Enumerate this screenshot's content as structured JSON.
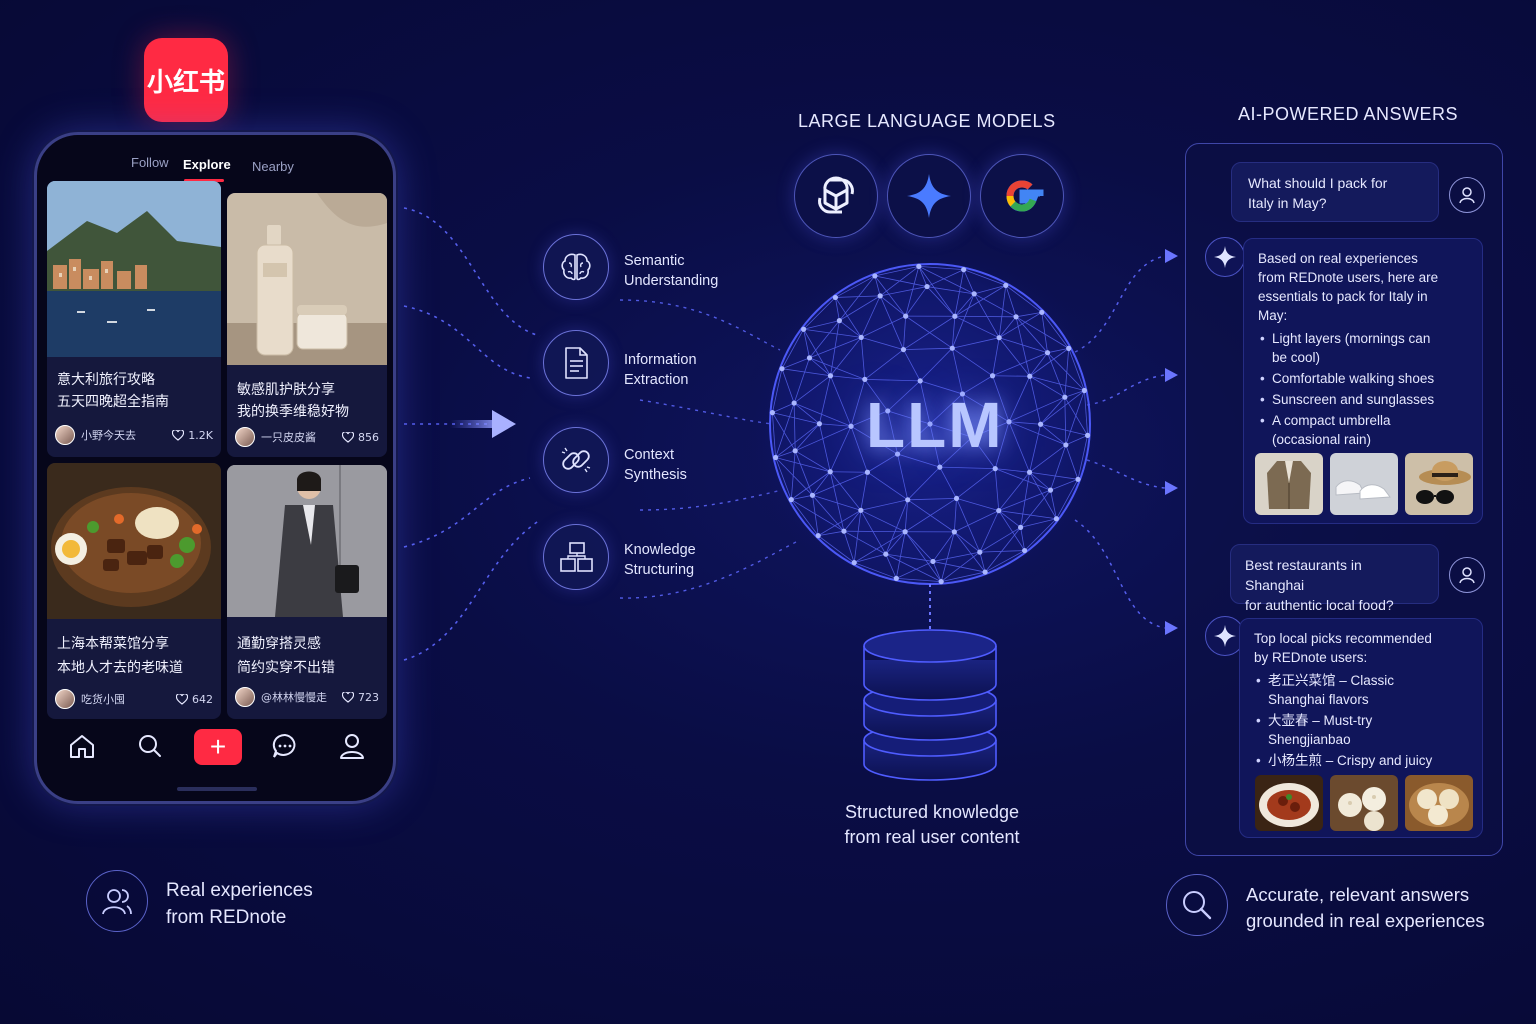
{
  "app": {
    "logo_text": "小红书",
    "tabs": [
      "Follow",
      "Explore",
      "Nearby"
    ],
    "active_tab": "Explore",
    "posts": [
      {
        "line1": "意大利旅行攻略",
        "line2": "五天四晚超全指南",
        "author": "小野今天去",
        "likes": "1.2K"
      },
      {
        "line1": "敏感肌护肤分享",
        "line2": "我的换季维稳好物",
        "author": "一只皮皮酱",
        "likes": "856"
      },
      {
        "line1": "上海本帮菜馆分享",
        "line2": "本地人才去的老味道",
        "author": "吃货小囤",
        "likes": "642"
      },
      {
        "line1": "通勤穿搭灵感",
        "line2": "简约实穿不出错",
        "author": "@林林慢慢走",
        "likes": "723"
      }
    ],
    "bottom_nav": [
      "home-icon",
      "search-icon",
      "plus-icon",
      "message-icon",
      "profile-icon"
    ],
    "accent": "#ff2a43"
  },
  "source_caption": {
    "line1": "Real experiences",
    "line2": "from REDnote"
  },
  "steps": [
    {
      "line1": "Semantic",
      "line2": "Understanding",
      "icon": "brain-icon"
    },
    {
      "line1": "Information",
      "line2": "Extraction",
      "icon": "document-icon"
    },
    {
      "line1": "Context",
      "line2": "Synthesis",
      "icon": "link-icon"
    },
    {
      "line1": "Knowledge",
      "line2": "Structuring",
      "icon": "blocks-icon"
    }
  ],
  "models": {
    "title": "LARGE LANGUAGE MODELS",
    "icons": [
      "openai-icon",
      "gemini-sparkle-icon",
      "google-g-icon"
    ],
    "core_label": "LLM"
  },
  "knowledge": {
    "line1": "Structured knowledge",
    "line2": "from real user content"
  },
  "answers": {
    "title": "AI-POWERED ANSWERS",
    "q1": {
      "line1": "What should I pack for",
      "line2": "Italy in May?"
    },
    "a1": {
      "intro1": "Based on real experiences",
      "intro2": "from REDnote users, here are",
      "intro3": "essentials to pack for Italy in",
      "intro4": "May:",
      "items": [
        {
          "a": "Light layers (mornings can",
          "b": "be cool)"
        },
        {
          "a": "Comfortable walking shoes",
          "b": ""
        },
        {
          "a": "Sunscreen and sunglasses",
          "b": ""
        },
        {
          "a": "A compact umbrella",
          "b": "(occasional rain)"
        }
      ]
    },
    "q2": {
      "line1": "Best restaurants in Shanghai",
      "line2": "for authentic local food?"
    },
    "a2": {
      "intro1": "Top local picks recommended",
      "intro2": "by REDnote users:",
      "items": [
        {
          "a": "老正兴菜馆 – Classic",
          "b": "Shanghai flavors"
        },
        {
          "a": "大壶春 – Must-try",
          "b": "Shengjianbao"
        },
        {
          "a": "小杨生煎 – Crispy and juicy",
          "b": ""
        }
      ]
    }
  },
  "result_caption": {
    "line1": "Accurate, relevant answers",
    "line2": "grounded in real experiences"
  },
  "colors": {
    "background": "#0a0d45",
    "glow": "#5b63ff",
    "panel_border": "#3f46a8"
  }
}
